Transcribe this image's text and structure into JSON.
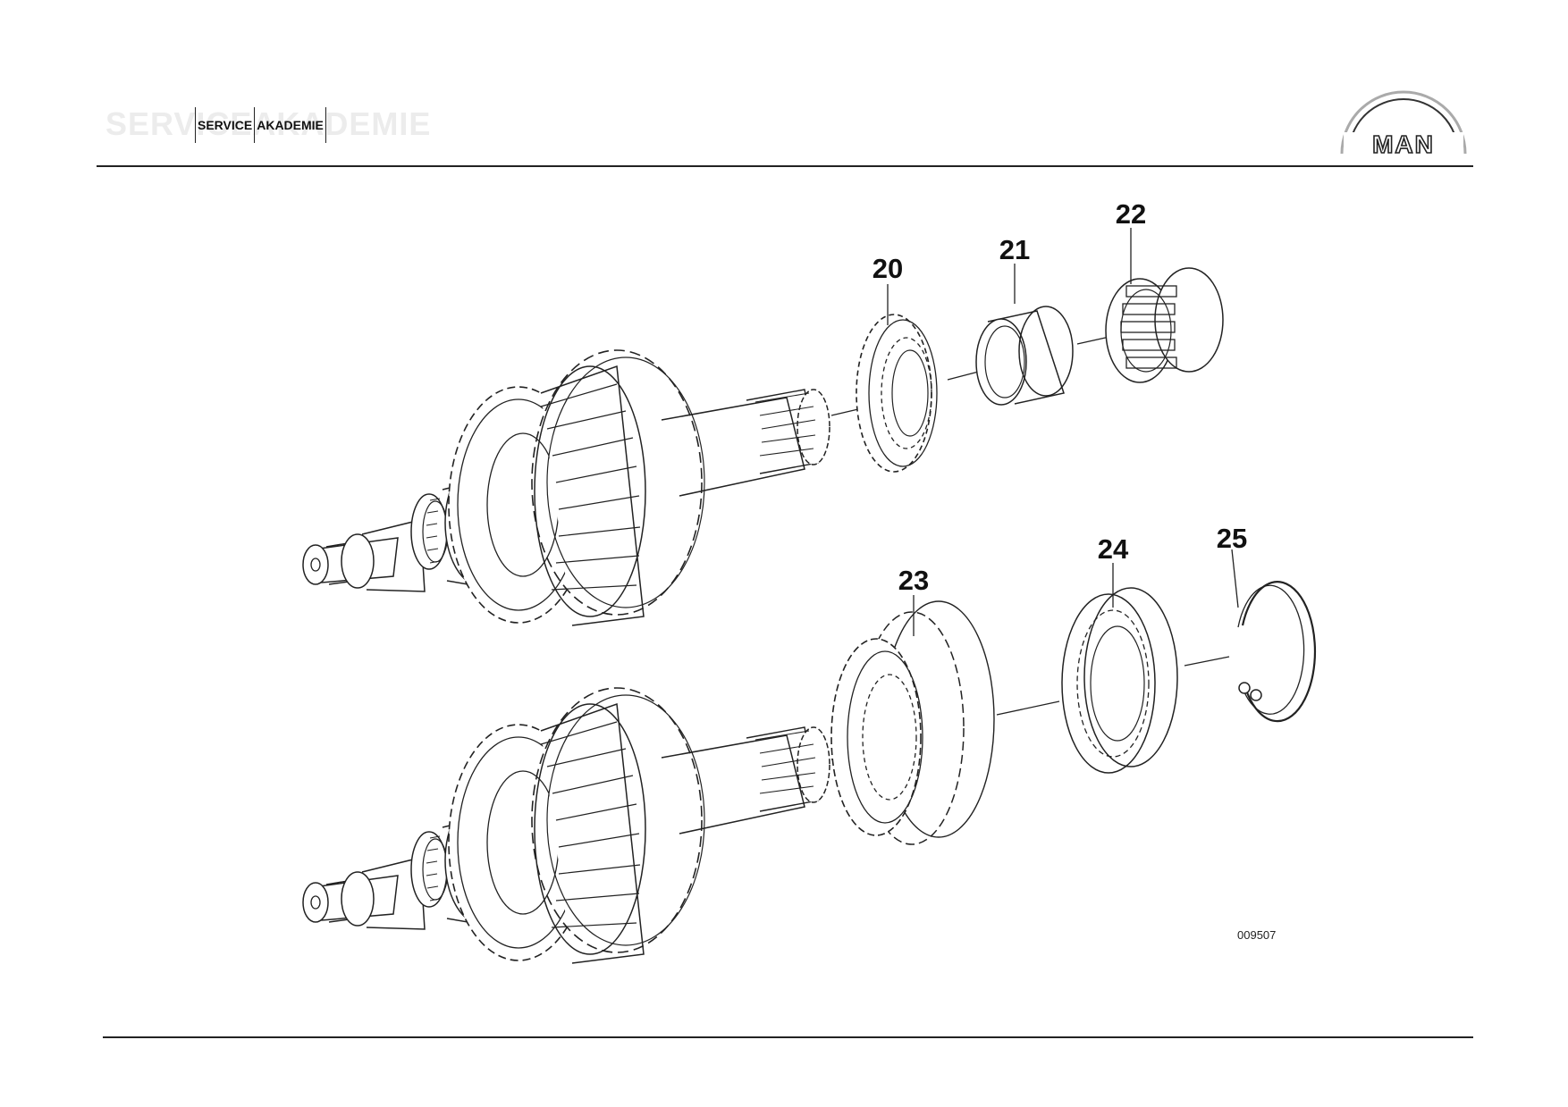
{
  "header": {
    "ghost_title": "SERVICEAKADEMIE",
    "box_left": "SERVICE",
    "box_right": "AKADEMIE",
    "logo_text": "MAN"
  },
  "callouts": [
    "20",
    "21",
    "22",
    "23",
    "24",
    "25"
  ],
  "drawing_number": "009507"
}
